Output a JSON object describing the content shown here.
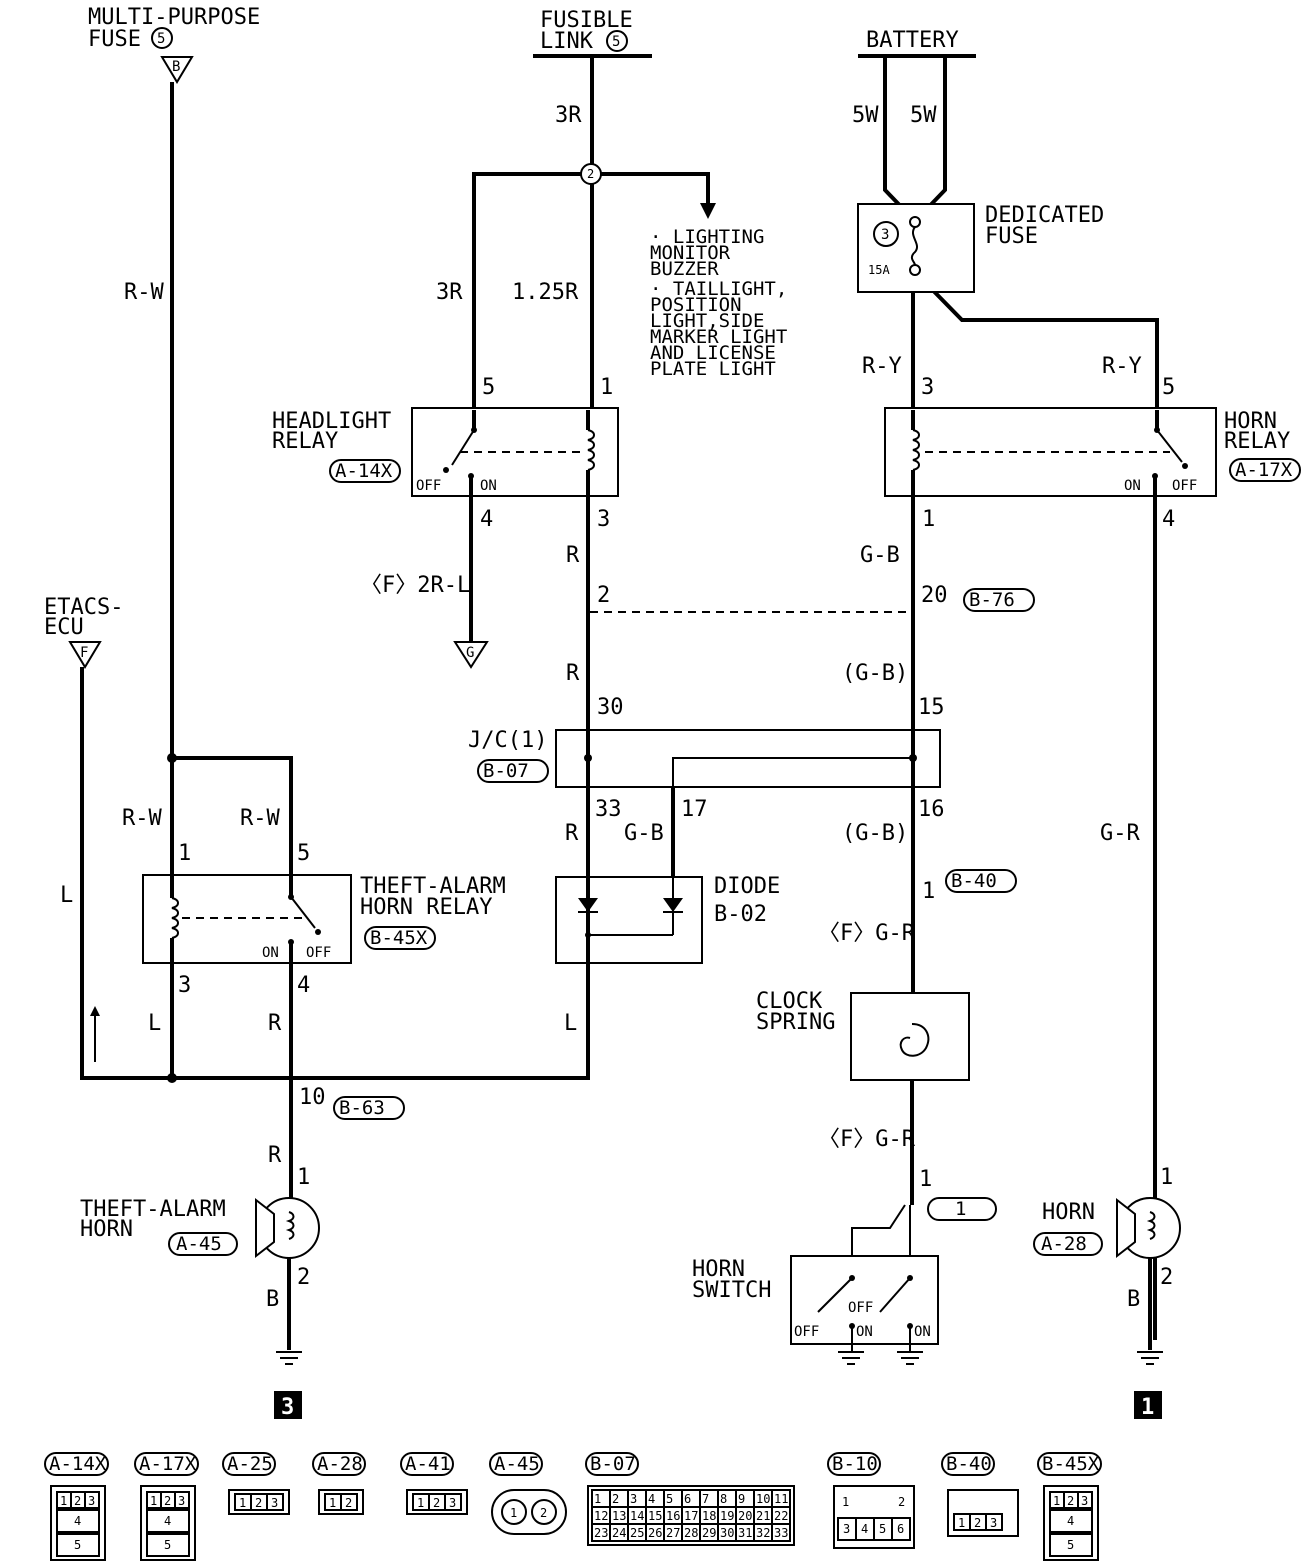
{
  "sources": {
    "multi_purpose_fuse": [
      "MULTI-PURPOSE",
      "FUSE"
    ],
    "multi_purpose_fuse_no": "5",
    "multi_purpose_conn": "B",
    "fusible_link": [
      "FUSIBLE",
      "LINK"
    ],
    "fusible_link_no": "5",
    "battery": "BATTERY",
    "etacs": [
      "ETACS-",
      "ECU"
    ],
    "etacs_conn": "F"
  },
  "dedicated_fuse": {
    "label": [
      "DEDICATED",
      "FUSE"
    ],
    "number": "3",
    "rating": "15A"
  },
  "note_lines": [
    "· LIGHTING",
    "  MONITOR",
    "  BUZZER",
    "· TAILLIGHT,",
    "  POSITION",
    "  LIGHT,SIDE",
    "  MARKER LIGHT",
    "  AND LICENSE",
    "  PLATE LIGHT"
  ],
  "splice": "2",
  "headlight_relay": {
    "label": [
      "HEADLIGHT",
      "RELAY"
    ],
    "conn": "A-14X",
    "off": "OFF",
    "on": "ON"
  },
  "horn_relay": {
    "label": [
      "HORN",
      "RELAY"
    ],
    "conn": "A-17X",
    "off": "OFF",
    "on": "ON"
  },
  "theft_relay": {
    "label": [
      "THEFT-ALARM",
      "HORN RELAY"
    ],
    "conn": "B-45X",
    "off": "OFF",
    "on": "ON"
  },
  "junction": {
    "label": "J/C(1)",
    "conn": "B-07"
  },
  "diode": {
    "label": "DIODE",
    "part": "B-02"
  },
  "clock_spring": [
    "CLOCK",
    "SPRING"
  ],
  "horn_switch": {
    "label": [
      "HORN",
      "SWITCH"
    ],
    "off1": "OFF",
    "on1": "ON",
    "off2": "OFF",
    "on2": "ON",
    "box": "1"
  },
  "theft_horn": {
    "label": [
      "THEFT-ALARM",
      "HORN"
    ],
    "conn": "A-45"
  },
  "horn": {
    "label": "HORN",
    "conn": "A-28"
  },
  "ground_nos": [
    "3",
    "1"
  ],
  "connectors": {
    "b76": "B-76",
    "b63": "B-63",
    "b40": "B-40",
    "g": "G"
  },
  "wire_labels": {
    "rw_top": "R-W",
    "3r_top": "3R",
    "3r_left": "3R",
    "r125": "1.25R",
    "5w_l": "5W",
    "5w_r": "5W",
    "ry_l": "R-Y",
    "ry_r": "R-Y",
    "f2rl": "〈F〉2R-L",
    "r_hl": "R",
    "gb_hr": "G-B",
    "r_2": "R",
    "gb_15": "(G-B)",
    "rw_1": "R-W",
    "rw_5": "R-W",
    "r_33": "R",
    "gb_17": "G-B",
    "gb_16": "(G-B)",
    "gr_right": "G-R",
    "fgr_1": "〈F〉G-R",
    "l_left": "L",
    "l_3": "L",
    "r_4": "R",
    "l_diode": "L",
    "r_10": "R",
    "fgr_2": "〈F〉G-R",
    "b_theft": "B",
    "b_horn": "B"
  },
  "pins": {
    "hl5": "5",
    "hl1": "1",
    "hl4": "4",
    "hl3": "3",
    "hr3": "3",
    "hr5": "5",
    "hr1": "1",
    "hr4": "4",
    "p2": "2",
    "p20": "20",
    "p30": "30",
    "p15": "15",
    "p33": "33",
    "p17": "17",
    "p16": "16",
    "tr1": "1",
    "tr5": "5",
    "tr3": "3",
    "tr4": "4",
    "p1_b40": "1",
    "p10": "10",
    "th1": "1",
    "th2": "2",
    "hs1": "1",
    "hn1": "1",
    "hn2": "2"
  },
  "legend": [
    {
      "code": "A-14X",
      "pins": [
        "1",
        "2",
        "3",
        "4",
        "5"
      ]
    },
    {
      "code": "A-17X",
      "pins": [
        "1",
        "2",
        "3",
        "4",
        "5"
      ]
    },
    {
      "code": "A-25",
      "pins": [
        "1",
        "2",
        "3"
      ]
    },
    {
      "code": "A-28",
      "pins": [
        "1",
        "2"
      ]
    },
    {
      "code": "A-41",
      "pins": [
        "1",
        "2",
        "3"
      ]
    },
    {
      "code": "A-45",
      "pins": [
        "1",
        "2"
      ]
    },
    {
      "code": "B-07",
      "pins": [
        "1",
        "2",
        "3",
        "4",
        "5",
        "6",
        "7",
        "8",
        "9",
        "10",
        "11",
        "12",
        "13",
        "14",
        "15",
        "16",
        "17",
        "18",
        "19",
        "20",
        "21",
        "22",
        "23",
        "24",
        "25",
        "26",
        "27",
        "28",
        "29",
        "30",
        "31",
        "32",
        "33"
      ]
    },
    {
      "code": "B-10",
      "pins": [
        "1",
        "2",
        "3",
        "4",
        "5",
        "6"
      ]
    },
    {
      "code": "B-40",
      "pins": [
        "1",
        "2",
        "3"
      ]
    },
    {
      "code": "B-45X",
      "pins": [
        "1",
        "2",
        "3",
        "4",
        "5"
      ]
    }
  ]
}
